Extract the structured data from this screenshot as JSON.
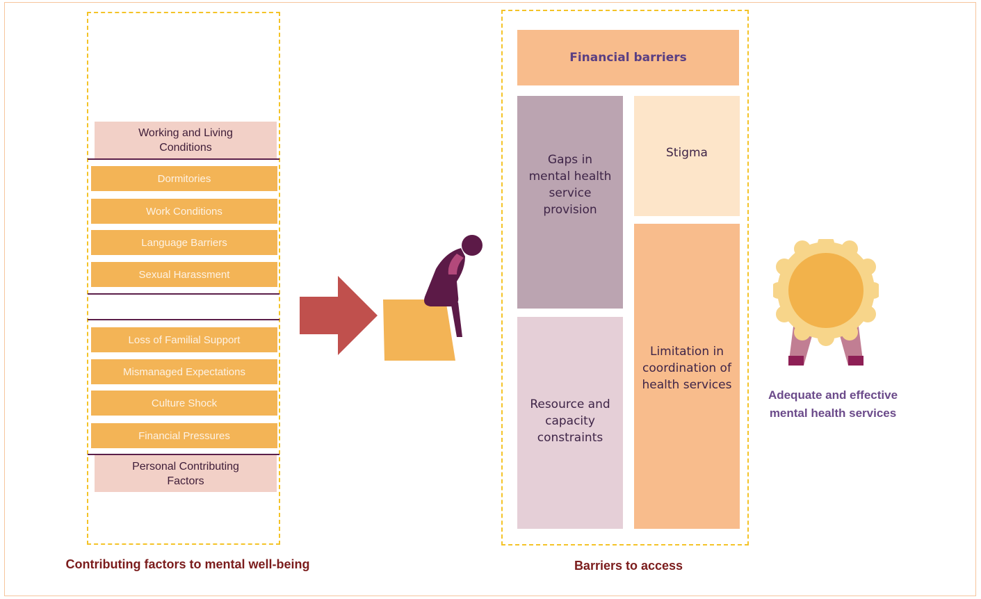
{
  "contributing": {
    "header_working": "Working and Living Conditions",
    "items_work": [
      "Dormitories",
      "Work Conditions",
      "Language Barriers",
      "Sexual Harassment"
    ],
    "items_personal": [
      "Loss of Familial Support",
      "Mismanaged Expectations",
      "Culture Shock",
      "Financial Pressures"
    ],
    "header_personal": "Personal Contributing Factors",
    "caption": "Contributing factors to mental well-being"
  },
  "barriers": {
    "financial": "Financial barriers",
    "gaps": "Gaps in mental health service provision",
    "stigma": "Stigma",
    "resource": "Resource and capacity constraints",
    "limitation": "Limitation in coordination of health services",
    "caption": "Barriers to access"
  },
  "outcome": {
    "label": "Adequate and effective mental health services"
  },
  "icons": {
    "arrow": "right-arrow-icon",
    "person": "distressed-person-icon",
    "medal": "award-medal-icon"
  },
  "colors": {
    "orange": "#f3b456",
    "pink": "#f2d0c7",
    "mauve": "#bba4b1",
    "light_pink": "#e5cfd7",
    "peach": "#f8bc8c",
    "cream": "#fde5c9",
    "arrow": "#c0504d",
    "caption_maroon": "#7b1c1c",
    "caption_purple": "#6b4a8a"
  }
}
